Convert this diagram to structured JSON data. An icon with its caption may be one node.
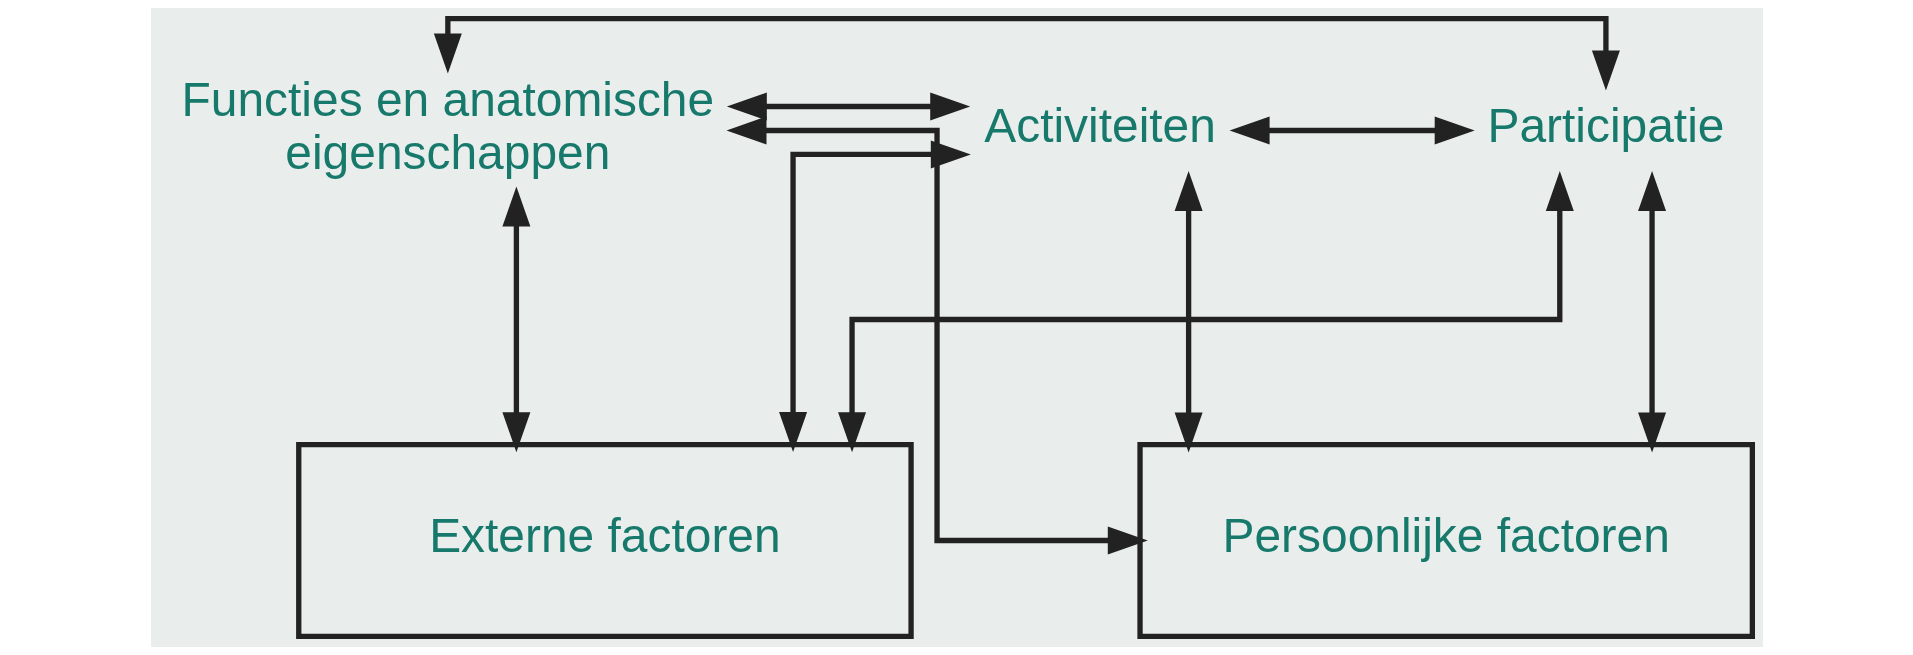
{
  "diagram": {
    "nodes": [
      {
        "text": [
          "Functies en anatomische eigenschappen"
        ]
      },
      {
        "text": [
          "Activiteiten"
        ]
      },
      {
        "text": [
          "Participatie"
        ]
      },
      {
        "text": [
          "Externe factoren"
        ]
      },
      {
        "text": [
          "Persoonlijke factoren"
        ]
      }
    ],
    "edges": [
      {
        "from": 0,
        "to": 2,
        "arrow": "both"
      },
      {
        "from": 0,
        "to": 1,
        "arrow": "both"
      },
      {
        "from": 1,
        "to": 2,
        "arrow": "both"
      },
      {
        "from": 3,
        "to": 0,
        "arrow": "both"
      },
      {
        "from": 3,
        "to": 1,
        "arrow": "both"
      },
      {
        "from": 3,
        "to": 2,
        "arrow": "both"
      },
      {
        "from": 4,
        "to": 0,
        "arrow": "both"
      },
      {
        "from": 4,
        "to": 1,
        "arrow": "both"
      },
      {
        "from": 4,
        "to": 2,
        "arrow": "both"
      }
    ]
  }
}
